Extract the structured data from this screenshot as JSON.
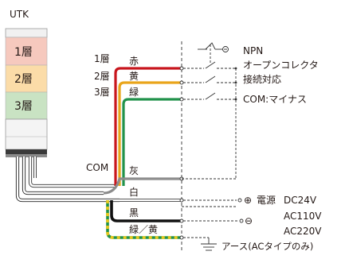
{
  "product": {
    "name": "UTK"
  },
  "tiers": [
    {
      "label": "1層",
      "color": "#f6c9be"
    },
    {
      "label": "2層",
      "color": "#fbdca8"
    },
    {
      "label": "3層",
      "color": "#c9e3c3"
    }
  ],
  "layers": [
    {
      "label": "1層"
    },
    {
      "label": "2層"
    },
    {
      "label": "3層"
    },
    {
      "label": "COM"
    }
  ],
  "wires": [
    {
      "label": "赤",
      "color": "#c8161d"
    },
    {
      "label": "黄",
      "color": "#e9a51a"
    },
    {
      "label": "緑",
      "color": "#21924b"
    },
    {
      "label": "灰",
      "color": "#8c8c8c"
    },
    {
      "label": "白",
      "color": "#ffffff"
    },
    {
      "label": "黒",
      "color": "#111111"
    },
    {
      "label": "緑／黄",
      "color": "#21924b",
      "stripe": "#e9c81a"
    }
  ],
  "notes": {
    "npn": "NPN",
    "open_collector": "オープンコレクタ",
    "compatible": "接続対応",
    "com_minus": "COM:マイナス"
  },
  "power": {
    "label": "電源",
    "dc": "DC24V",
    "ac110": "AC110V",
    "ac220": "AC220V",
    "plus_symbol": "⊕",
    "minus_symbol": "⊖"
  },
  "earth": {
    "label": "アース(ACタイプのみ)"
  }
}
